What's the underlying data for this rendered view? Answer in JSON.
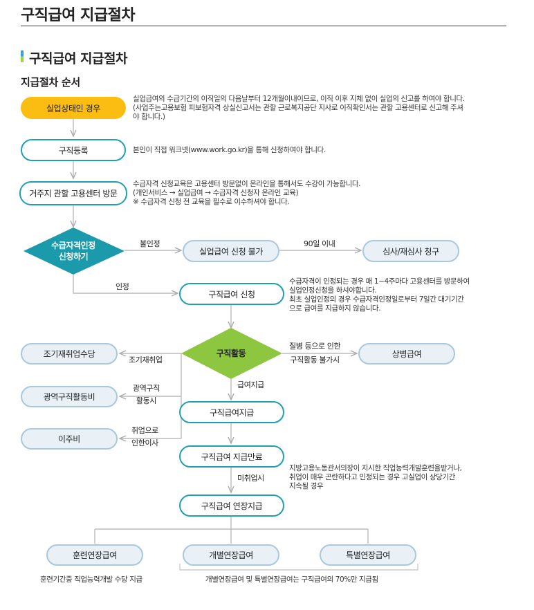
{
  "header": {
    "page_title": "구직급여 지급절차",
    "section_title": "구직급여 지급절차",
    "sub_title": "지급절차 순서"
  },
  "colors": {
    "teal": "#1f9fb3",
    "gray_border": "#a9c7dd",
    "yellow": "#fbbd12",
    "green": "#8dc63f",
    "light_blue": "#d7eaf3"
  },
  "nodes": {
    "unemployed": "실업상태인 경우",
    "job_registration": "구직등록",
    "visit_center": "거주지 관할 고용센터 방문",
    "eligibility": [
      "수급자격인정",
      "신청하기"
    ],
    "denied": "실업급여 신청 불가",
    "review": "심사/재심사 청구",
    "apply": "구직급여 신청",
    "job_search": "구직활동",
    "sickness": "상병급여",
    "early_reemploy": "조기재취업수당",
    "wide_area": "광역구직활동비",
    "relocation": "이주비",
    "payment": "구직급여지급",
    "payment_end": "구직급여 지급만료",
    "extended": "구직급여 연장지급",
    "training_ext": "훈련연장급여",
    "individual_ext": "개별연장급여",
    "special_ext": "특별연장급여"
  },
  "descriptions": {
    "unemployed": [
      "실업급여의 수급기간의 이직일의 다음날부터 12개월이내이므로, 이직 이후 지체 없이 실업의 신고를 하여야 합니다.",
      "(사업주는고용보험 피보험자격 상실신고서는 관할 근로복지공단 지사로 이직확인서는 관할 고용센터로 신고해 주셔",
      "야 합니다.)"
    ],
    "job_registration": [
      "본인이 직접 워크넷(www.work.go.kr)을 통해 신청하여야 합니다."
    ],
    "visit_center": [
      "수급자격 신청교육은 고용센터 방문없이 온라인을 통해서도 수강이 가능합니다.",
      "(개인서비스 → 실업급여 → 수급자격 신청자 온라인 교육)",
      "※ 수급자격 신청 전 교육을 필수로 이수하셔야 합니다."
    ],
    "apply": [
      "수급자격이 인정되는 경우 매 1~4주마다 고용센터를 방문하여",
      "실업인정신청을 하셔야합니다.",
      "최초 실업인정의 경우 수급자격인정일로부터 7일간 대기기간",
      "으로 급여를 지급하지 않습니다."
    ],
    "extended": [
      "지방고용노동관서의장이 지시한 직업능력개발훈련을받거나,",
      "취업이 매우 곤란하다고 인정되는 경우 고실업이 상당기간",
      "지속될 경우"
    ]
  },
  "edge_labels": {
    "not_recognized": "불인정",
    "within_90": "90일 이내",
    "recognized": "인정",
    "sickness": [
      "질병 등으로 인한",
      "구직활동 불가시"
    ],
    "early": "조기재취업",
    "wide_area": [
      "광역구직",
      "활동시"
    ],
    "relocation": [
      "취업으로",
      "인한이사"
    ],
    "pay": "급여지급",
    "not_employed": "미취업시"
  },
  "footnotes": {
    "training": "훈련기간중 직업능력개발 수당 지급",
    "ext": "개별연장급여 및 특별연장급여는 구직급여의 70%만 지급됨"
  }
}
